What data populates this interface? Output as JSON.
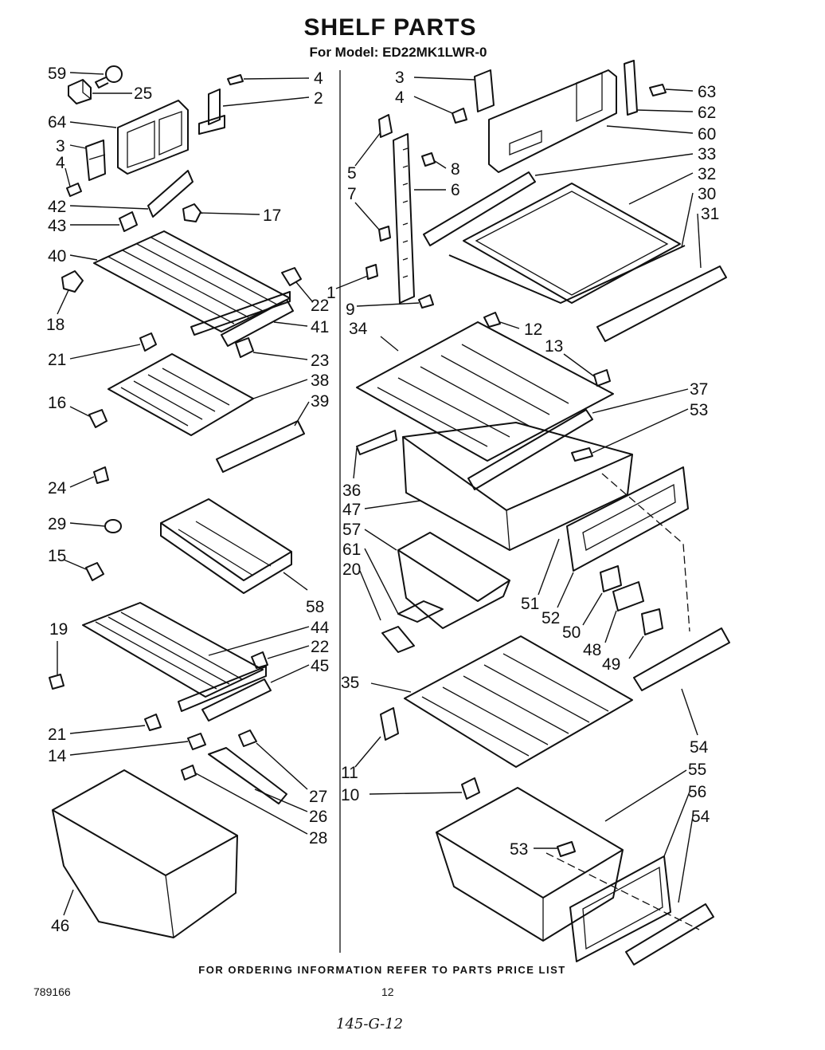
{
  "header": {
    "title": "SHELF PARTS",
    "subtitle": "For Model: ED22MK1LWR-0"
  },
  "footer": {
    "ordering_note": "FOR ORDERING INFORMATION REFER TO PARTS PRICE LIST",
    "document_number": "789166",
    "page_number": "12",
    "handwritten_note": "145-G-12"
  },
  "callouts": {
    "c59": "59",
    "c25": "25",
    "c4a": "4",
    "c2": "2",
    "c64": "64",
    "c3a": "3",
    "c4b": "4",
    "c42": "42",
    "c43": "43",
    "c17": "17",
    "c40": "40",
    "c22a": "22",
    "c18": "18",
    "c41": "41",
    "c21a": "21",
    "c23": "23",
    "c38": "38",
    "c16": "16",
    "c39": "39",
    "c24": "24",
    "c29": "29",
    "c15": "15",
    "c58": "58",
    "c19": "19",
    "c44": "44",
    "c22b": "22",
    "c45": "45",
    "c21b": "21",
    "c14": "14",
    "c27": "27",
    "c26": "26",
    "c28": "28",
    "c46": "46",
    "c3b": "3",
    "c4c": "4",
    "c63": "63",
    "c62": "62",
    "c60": "60",
    "c5": "5",
    "c8": "8",
    "c6": "6",
    "c33": "33",
    "c32": "32",
    "c7": "7",
    "c30": "30",
    "c31": "31",
    "c1": "1",
    "c9": "9",
    "c34": "34",
    "c12": "12",
    "c13": "13",
    "c37": "37",
    "c53a": "53",
    "c36": "36",
    "c47": "47",
    "c57": "57",
    "c61": "61",
    "c20": "20",
    "c51": "51",
    "c52": "52",
    "c50": "50",
    "c48": "48",
    "c49": "49",
    "c35": "35",
    "c54a": "54",
    "c11": "11",
    "c55": "55",
    "c56": "56",
    "c10": "10",
    "c54b": "54",
    "c53b": "53"
  }
}
